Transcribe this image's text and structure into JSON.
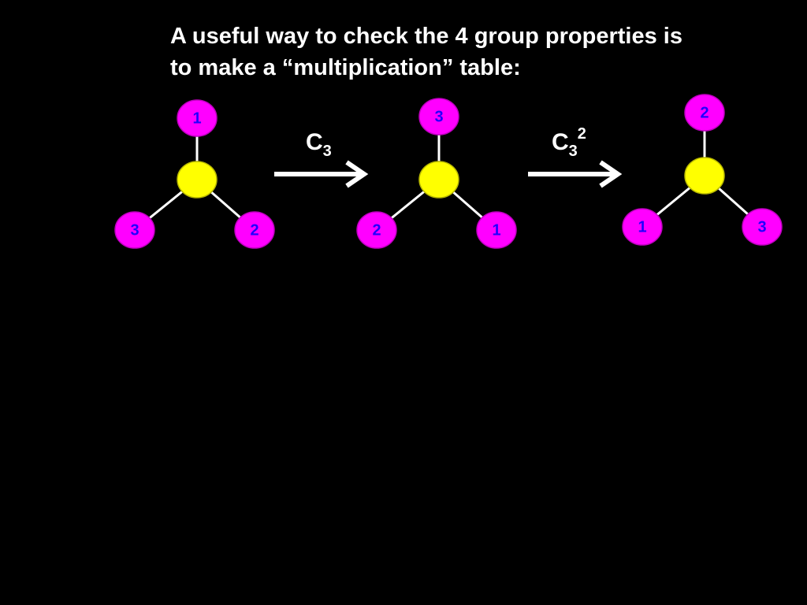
{
  "heading": {
    "line1": "A useful way to check the 4 group properties is",
    "line2": "to make a “multiplication” table:"
  },
  "colors": {
    "background": "#000000",
    "text": "#ffffff",
    "center_atom": "#ffff00",
    "ligand": "#ff00ff",
    "ligand_label": "#2200ff"
  },
  "molecules": [
    {
      "top": "1",
      "bottom_left": "3",
      "bottom_right": "2"
    },
    {
      "top": "3",
      "bottom_left": "2",
      "bottom_right": "1"
    },
    {
      "top": "2",
      "bottom_left": "1",
      "bottom_right": "3"
    }
  ],
  "operations": [
    {
      "symbol": "C",
      "subscript": "3",
      "superscript": ""
    },
    {
      "symbol": "C",
      "subscript": "3",
      "superscript": "2"
    }
  ]
}
